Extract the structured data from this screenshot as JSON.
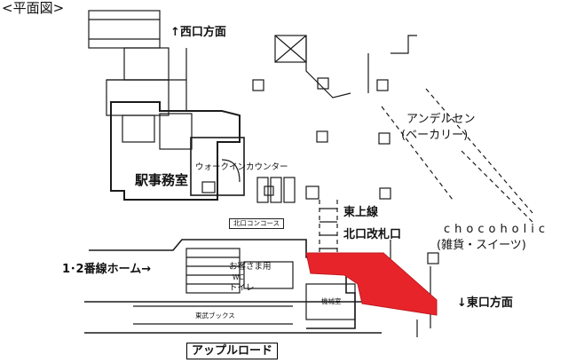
{
  "title": "<平面図>",
  "labels": {
    "west_exit": "↑西口方面",
    "east_exit": "↓東口方面",
    "bakery_line1": "アンデルセン",
    "bakery_line2": "(ベーカリー)",
    "station_office": "駅事務室",
    "walkin_counter": "ウォークインカウンター",
    "north_concourse": "北口コンコース",
    "tojo_line": "東上線",
    "north_gate": "北口改札口",
    "chocoholic_line1": "chocoholic",
    "chocoholic_line2": "(雑貨・スイーツ)",
    "platform": "1･2番線ホーム→",
    "toilet_line1": "お客さま用",
    "toilet_line2": "トイレ",
    "wc": "WC",
    "machine_room": "機械室",
    "tobu_books": "東武ブックス",
    "apple_road": "アップルロード"
  },
  "colors": {
    "highlight": "#e8242b",
    "line": "#1a1a1a",
    "background": "#ffffff"
  }
}
